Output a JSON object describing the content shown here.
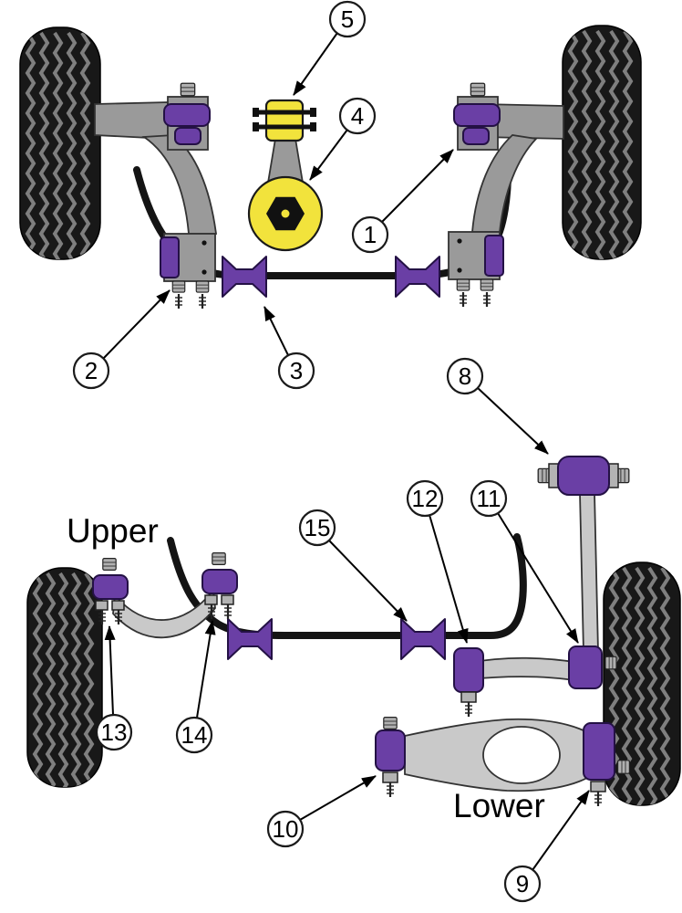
{
  "labels": {
    "upper": "Upper",
    "lower": "Lower"
  },
  "callouts": {
    "c1": "1",
    "c2": "2",
    "c3": "3",
    "c4": "4",
    "c5": "5",
    "c8": "8",
    "c9": "9",
    "c10": "10",
    "c11": "11",
    "c12": "12",
    "c13": "13",
    "c14": "14",
    "c15": "15"
  },
  "colors": {
    "bushing_purple": "#6a3fa5",
    "mount_yellow": "#f2e33c",
    "arm_gray_front": "#9a9a9a",
    "arm_gray_rear": "#c9c9c9",
    "tire_black": "#181818",
    "outline": "#000000",
    "background": "#ffffff"
  }
}
